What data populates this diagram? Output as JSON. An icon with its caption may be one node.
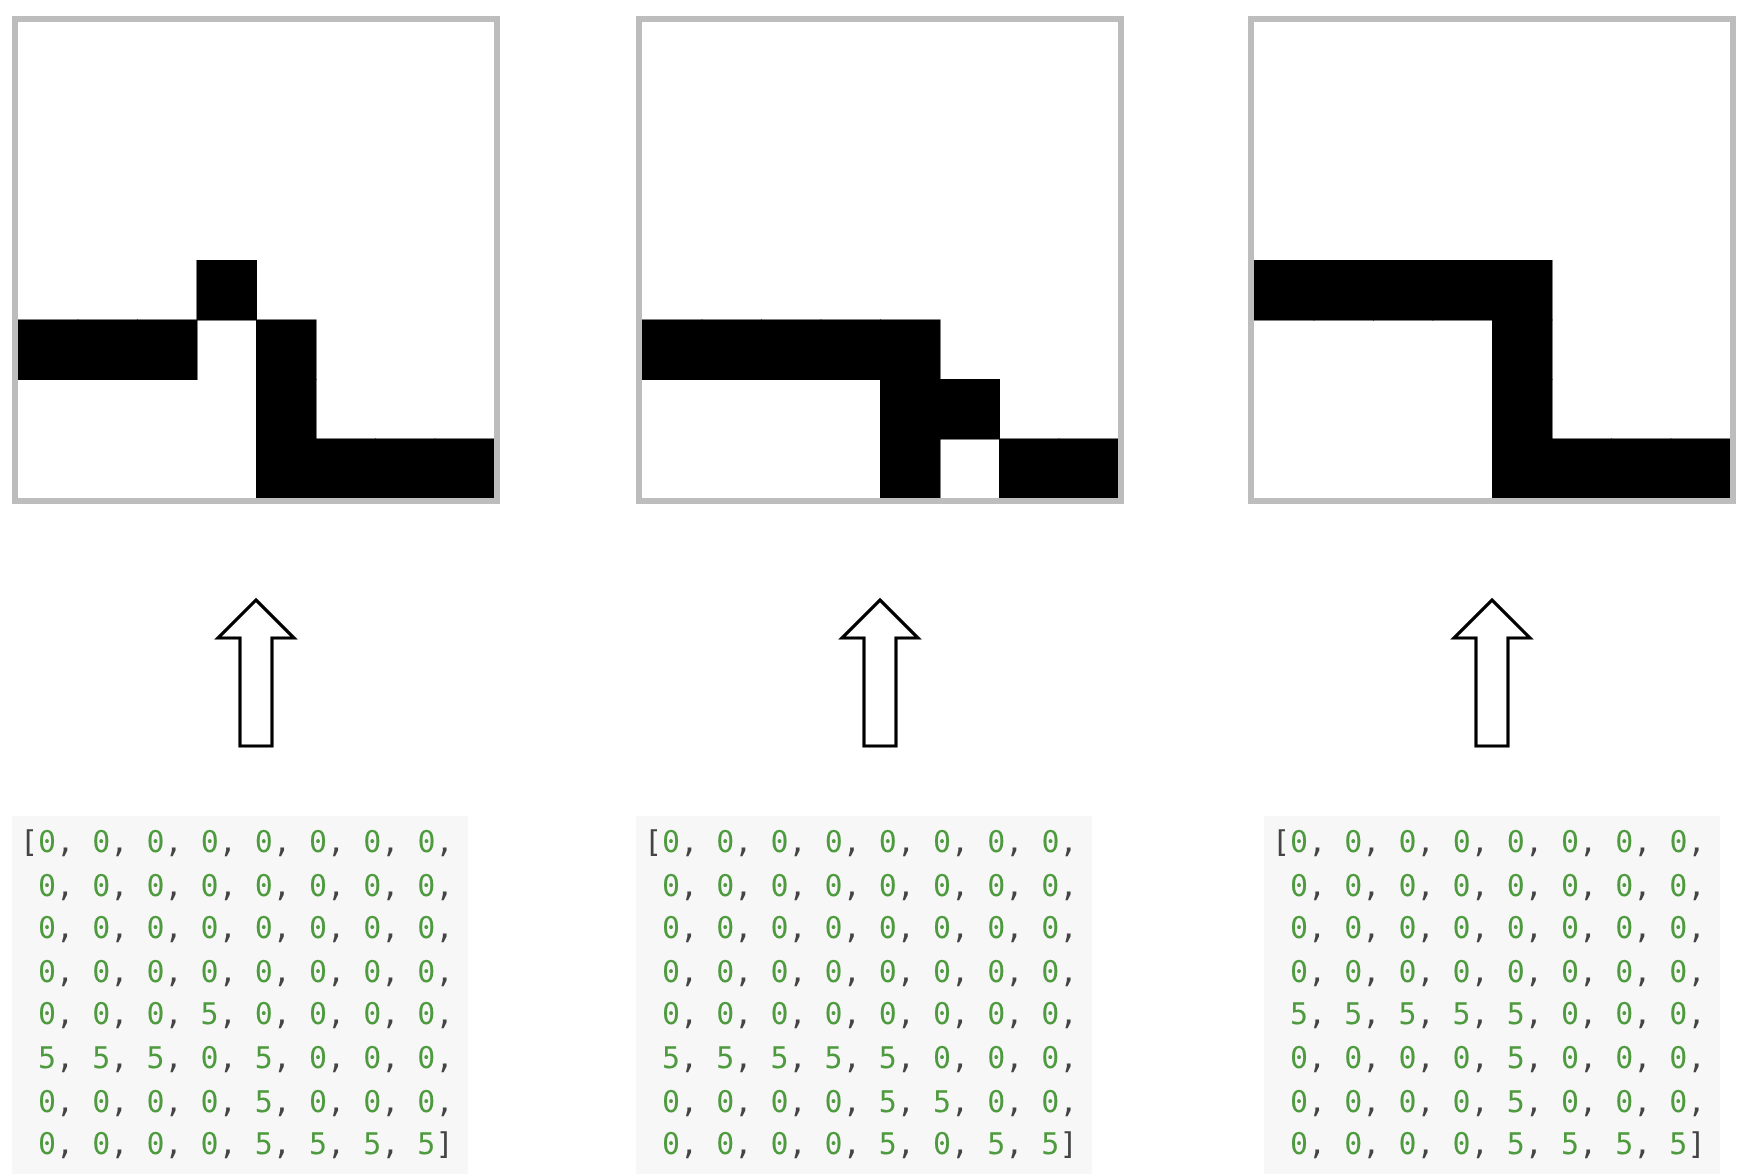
{
  "diagram": {
    "nodes": [
      {
        "text": [],
        "shape": "picture"
      },
      {
        "text": [],
        "shape": "picture"
      },
      {
        "text": [],
        "shape": "picture"
      },
      {
        "text": [
          "[0, 0, 0, 0, 0, 0, 0, 0, 0, 0, 0, 0, 0, 0, 0, 0, 0, 0, 0, 0, 0, 0, 0, 0, 0, 0, 0, 0, 0, 0, 0, 0, 0, 0, 0, 5, 0, 0, 0, 0, 5, 5, 5, 0, 5, 0, 0, 0, 0, 0, 0, 0, 5, 0, 0, 0, 0, 0, 0, 0, 5, 5, 5, 5]"
        ]
      },
      {
        "text": [
          "[0, 0, 0, 0, 0, 0, 0, 0, 0, 0, 0, 0, 0, 0, 0, 0, 0, 0, 0, 0, 0, 0, 0, 0, 0, 0, 0, 0, 0, 0, 0, 0, 0, 0, 0, 0, 0, 0, 0, 0, 5, 5, 5, 5, 5, 0, 0, 0, 0, 0, 0, 0, 5, 5, 0, 0, 0, 0, 0, 0, 5, 0, 5, 5]"
        ]
      },
      {
        "text": [
          "[0, 0, 0, 0, 0, 0, 0, 0, 0, 0, 0, 0, 0, 0, 0, 0, 0, 0, 0, 0, 0, 0, 0, 0, 0, 0, 0, 0, 0, 0, 0, 0, 5, 5, 5, 5, 5, 0, 0, 0, 0, 0, 0, 0, 5, 0, 0, 0, 0, 0, 0, 0, 5, 0, 0, 0, 0, 0, 0, 0, 5, 5, 5, 5]"
        ]
      }
    ],
    "edges": [
      {
        "from": 3,
        "to": 0,
        "arrow": "to"
      },
      {
        "from": 4,
        "to": 1,
        "arrow": "to"
      },
      {
        "from": 5,
        "to": 2,
        "arrow": "to"
      }
    ]
  }
}
